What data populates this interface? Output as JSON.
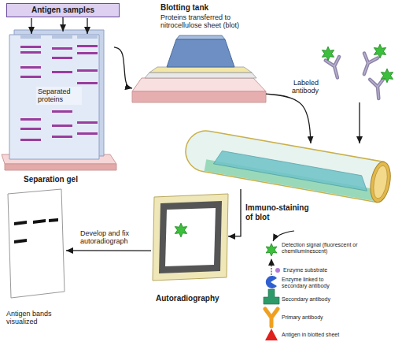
{
  "diagram": {
    "nodes": [
      {
        "text": [
          "Antigen samples"
        ]
      },
      {
        "text": [
          "Separated proteins",
          "Separation gel"
        ]
      },
      {
        "text": [
          "Blotting tank",
          "Proteins transferred to nitrocellulose sheet (blot)"
        ]
      },
      {
        "text": [
          "Labeled antibody"
        ]
      },
      {
        "text": [
          "Immuno-staining of blot"
        ]
      },
      {
        "text": [
          "Autoradiography"
        ]
      },
      {
        "text": [
          "Antigen bands visualized"
        ]
      }
    ],
    "edges": [
      {
        "from": 0,
        "to": 1,
        "arrow": "to"
      },
      {
        "from": 1,
        "to": 2,
        "arrow": "to"
      },
      {
        "from": 2,
        "to": 4,
        "arrow": "to"
      },
      {
        "from": 3,
        "to": 4,
        "arrow": "to"
      },
      {
        "from": 4,
        "to": 5,
        "arrow": "to"
      },
      {
        "from": 5,
        "to": 6,
        "label": "Develop and fix autoradiograph",
        "arrow": "to"
      }
    ],
    "labels": [
      "Detection signal (fluorescent or chemiluminescent)",
      "Enzyme substrate",
      "Enzyme linked to secondary antibody",
      "Secondary antibody",
      "Primary antibody",
      "Antigen in blotted sheet"
    ]
  }
}
